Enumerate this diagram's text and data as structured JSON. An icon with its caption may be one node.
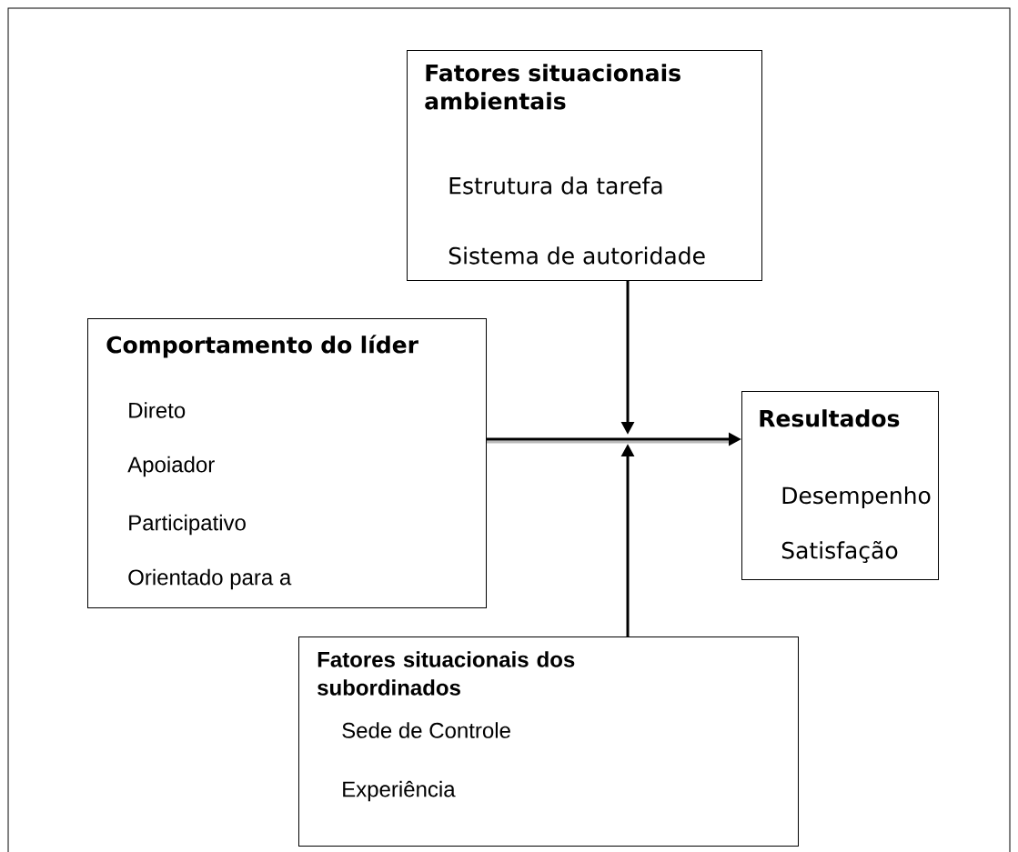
{
  "diagram": {
    "nodes": [
      {
        "text": [
          "Fatores situacionais ambientais",
          "Estrutura da tarefa",
          "Sistema de autoridade"
        ]
      },
      {
        "text": [
          "Comportamento do líder",
          "Direto",
          "Apoiador",
          "Participativo",
          "Orientado para a"
        ]
      },
      {
        "text": [
          "Resultados",
          "Desempenho",
          "Satisfação"
        ]
      },
      {
        "text": [
          "Fatores situacionais dos subordinados",
          "Sede de Controle",
          "Experiência"
        ]
      }
    ],
    "edges": [
      {
        "from": 1,
        "to": 2,
        "arrow": "to"
      },
      {
        "from": 0,
        "to": null,
        "arrow": "to"
      },
      {
        "from": 3,
        "to": null,
        "arrow": "to"
      }
    ]
  }
}
